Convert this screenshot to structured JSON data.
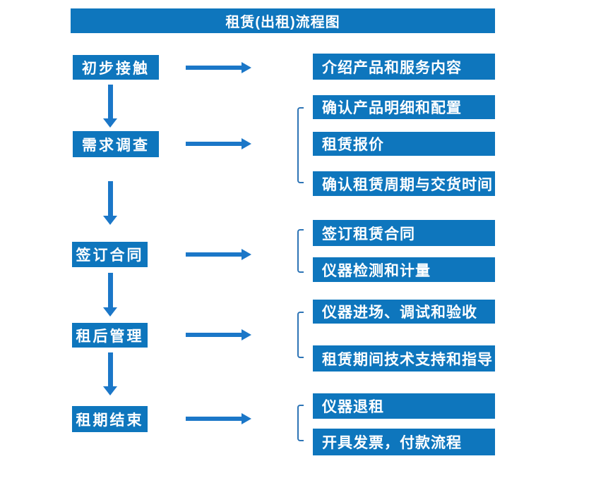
{
  "title": "租赁(出租)流程图",
  "colors": {
    "box_blue": "#0E76BD",
    "arrow_blue": "#1B77C8",
    "bracket_blue": "#2E75B6",
    "text_white": "#FFFFFF",
    "background": "#FFFFFF"
  },
  "steps": [
    {
      "label": "初步接触",
      "outputs": [
        "介绍产品和服务内容"
      ]
    },
    {
      "label": "需求调查",
      "outputs": [
        "确认产品明细和配置",
        "租赁报价",
        "确认租赁周期与交货时间"
      ]
    },
    {
      "label": "签订合同",
      "outputs": [
        "签订租赁合同",
        "仪器检测和计量"
      ]
    },
    {
      "label": "租后管理",
      "outputs": [
        "仪器进场、调试和验收",
        "租赁期间技术支持和指导"
      ]
    },
    {
      "label": "租期结束",
      "outputs": [
        "仪器退租",
        "开具发票，付款流程"
      ]
    }
  ]
}
